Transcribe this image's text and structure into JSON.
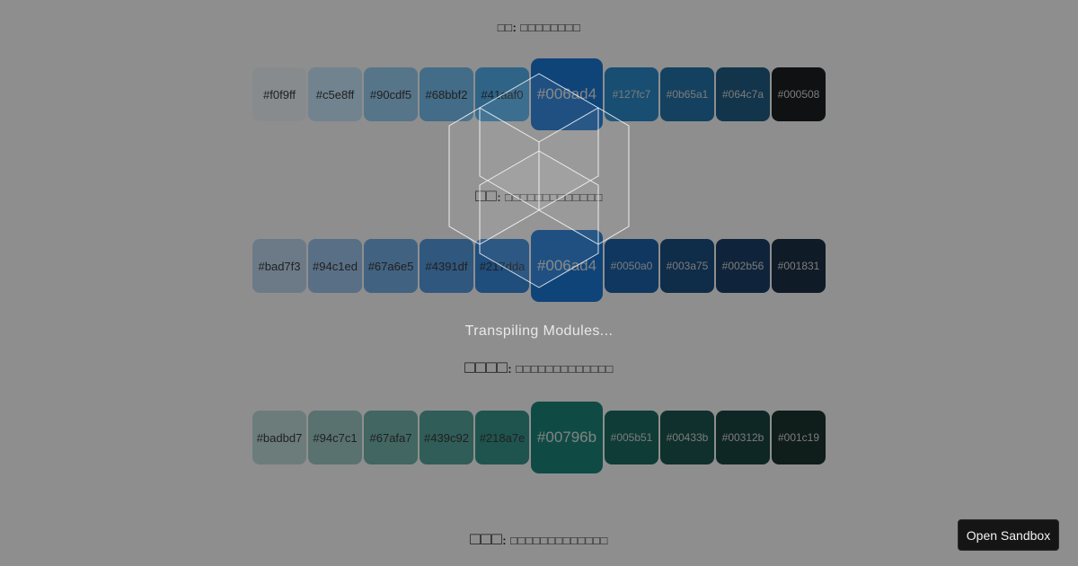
{
  "palettes": [
    {
      "title_prefix": "□□",
      "title_suffix": ": □□□□□□□□",
      "swatches": [
        "#f0f9ff",
        "#c5e8ff",
        "#90cdf5",
        "#68bbf2",
        "#41aaf0",
        "#006ad4",
        "#127fc7",
        "#0b65a1",
        "#064c7a",
        "#000508"
      ],
      "main_index": 5
    },
    {
      "title_prefix": "□□",
      "title_suffix": ": □□□□□□□□□□□□□",
      "swatches": [
        "#bad7f3",
        "#94c1ed",
        "#67a6e5",
        "#4391df",
        "#217dda",
        "#006ad4",
        "#0050a0",
        "#003a75",
        "#002b56",
        "#001831"
      ],
      "main_index": 5
    },
    {
      "title_prefix": "□□□□",
      "title_suffix": ": □□□□□□□□□□□□□",
      "swatches": [
        "#badbd7",
        "#94c7c1",
        "#67afa7",
        "#439c92",
        "#218a7e",
        "#00796b",
        "#005b51",
        "#00433b",
        "#00312b",
        "#001c19"
      ],
      "main_index": 5
    },
    {
      "title_prefix": "□□□",
      "title_suffix": ": □□□□□□□□□□□□□",
      "swatches": [],
      "main_index": null
    }
  ],
  "loader": {
    "text": "Transpiling Modules...",
    "icon": "hexagon-loader-icon"
  },
  "sandbox_button": {
    "label": "Open Sandbox"
  },
  "colors": {
    "overlay": "rgba(30,30,30,0.5)",
    "loader_stroke": "#ffffff",
    "button_bg": "#151515"
  }
}
